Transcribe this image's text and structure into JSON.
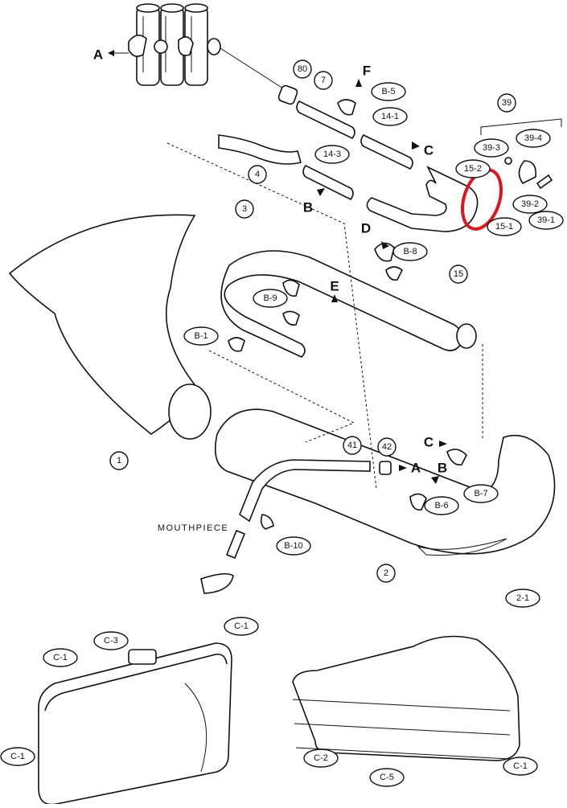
{
  "labels": {
    "l80": "80",
    "l7": "7",
    "b5": "B-5",
    "l14_1": "14-1",
    "l39": "39",
    "l39_3": "39-3",
    "l39_4": "39-4",
    "l15_2": "15-2",
    "l39_2": "39-2",
    "l15_1": "15-1",
    "l39_1": "39-1",
    "l4": "4",
    "l14_3": "14-3",
    "l3": "3",
    "b8": "B-8",
    "l15": "15",
    "b9": "B-9",
    "b1": "B-1",
    "l1": "1",
    "l41": "41",
    "l42": "42",
    "b7": "B-7",
    "b6": "B-6",
    "b10": "B-10",
    "l2": "2",
    "l2_1": "2-1",
    "c1_a": "C-1",
    "c3": "C-3",
    "c1_b": "C-1",
    "c1_c": "C-1",
    "c2": "C-2",
    "c5": "C-5",
    "c1_d": "C-1"
  },
  "letters": {
    "a_top": "A",
    "f": "F",
    "c_top": "C",
    "b_top": "B",
    "d": "D",
    "e": "E",
    "c_low": "C",
    "b_low": "B",
    "a_low": "A"
  },
  "mouthpiece_label": "MOUTHPIECE",
  "highlight_color": "#e0141b"
}
